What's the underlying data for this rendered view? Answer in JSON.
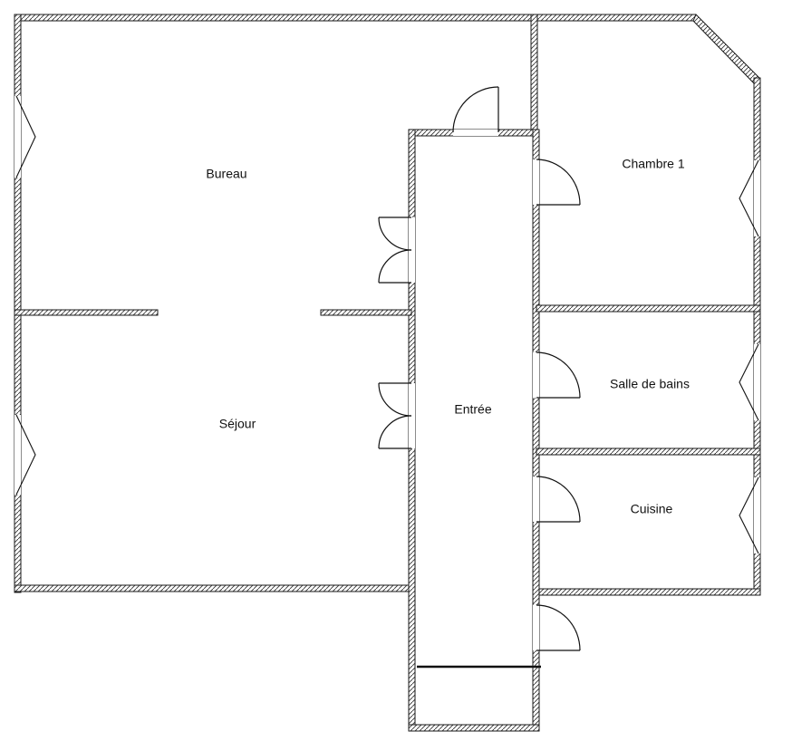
{
  "rooms": {
    "bureau": "Bureau",
    "sejour": "Séjour",
    "entree": "Entrée",
    "chambre1": "Chambre 1",
    "salle_de_bains": "Salle de bains",
    "cuisine": "Cuisine"
  }
}
